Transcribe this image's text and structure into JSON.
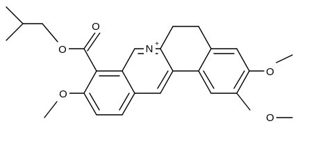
{
  "structure": {
    "atom_labels": {
      "carbonyl_oxygen": "O",
      "ester_oxygen": "O",
      "methoxy_oxygen_left": "O",
      "methoxy_oxygen_right_upper": "O",
      "methoxy_oxygen_right_lower": "O",
      "nitrogen": "N",
      "nitrogen_charge": "+"
    },
    "colors": {
      "ink": "#000000",
      "background": "#ffffff"
    }
  }
}
